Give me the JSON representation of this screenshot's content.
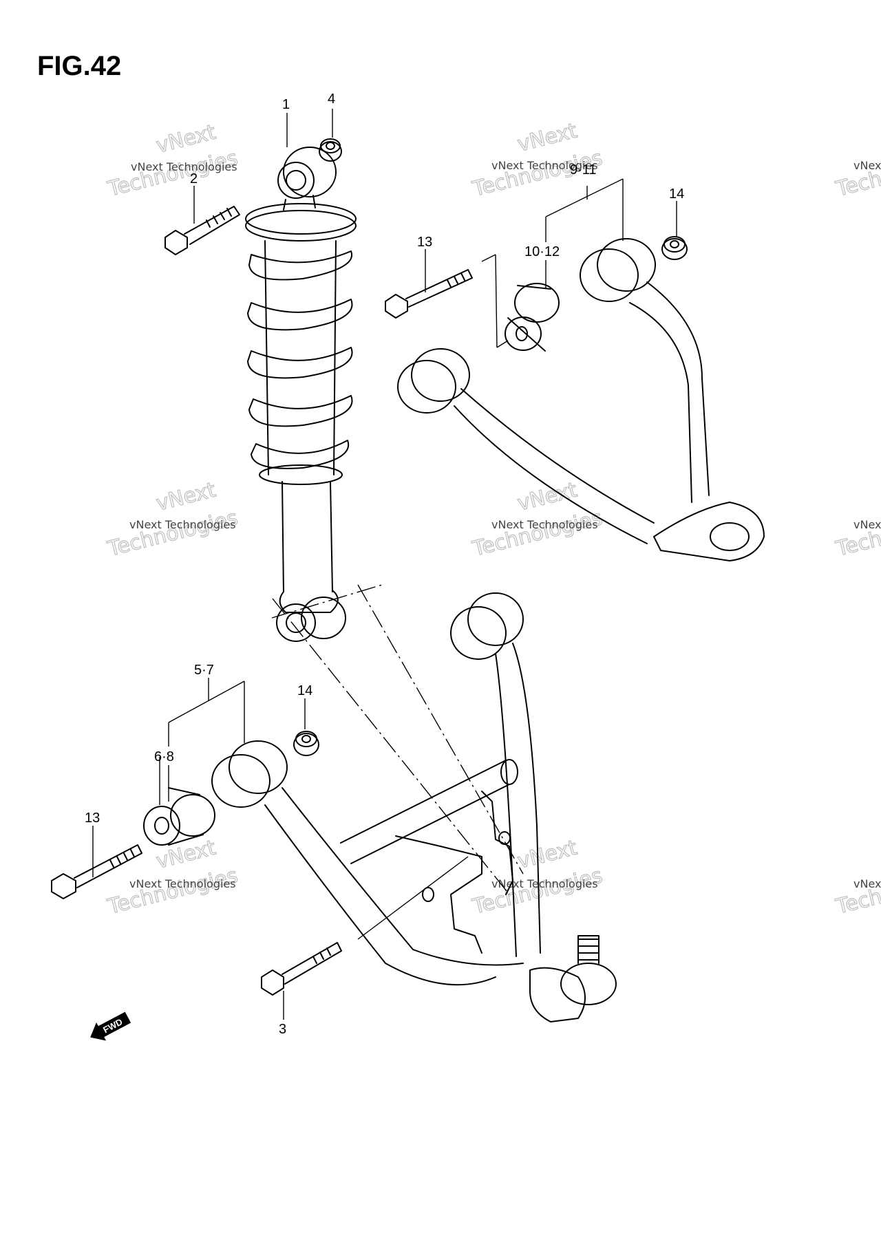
{
  "figure": {
    "title": "FIG.42"
  },
  "callouts": {
    "c1": "1",
    "c2": "2",
    "c3": "3",
    "c4": "4",
    "c5_7": "5·7",
    "c6_8": "6·8",
    "c9_11": "9·11",
    "c10_12": "10·12",
    "c13_upper": "13",
    "c13_lower": "13",
    "c14_upper": "14",
    "c14_lower": "14"
  },
  "fwd_arrow": {
    "label": "FWD"
  },
  "watermark": {
    "line1": "vNext Technologies",
    "line2": "vNext",
    "line3": "Technologies"
  }
}
